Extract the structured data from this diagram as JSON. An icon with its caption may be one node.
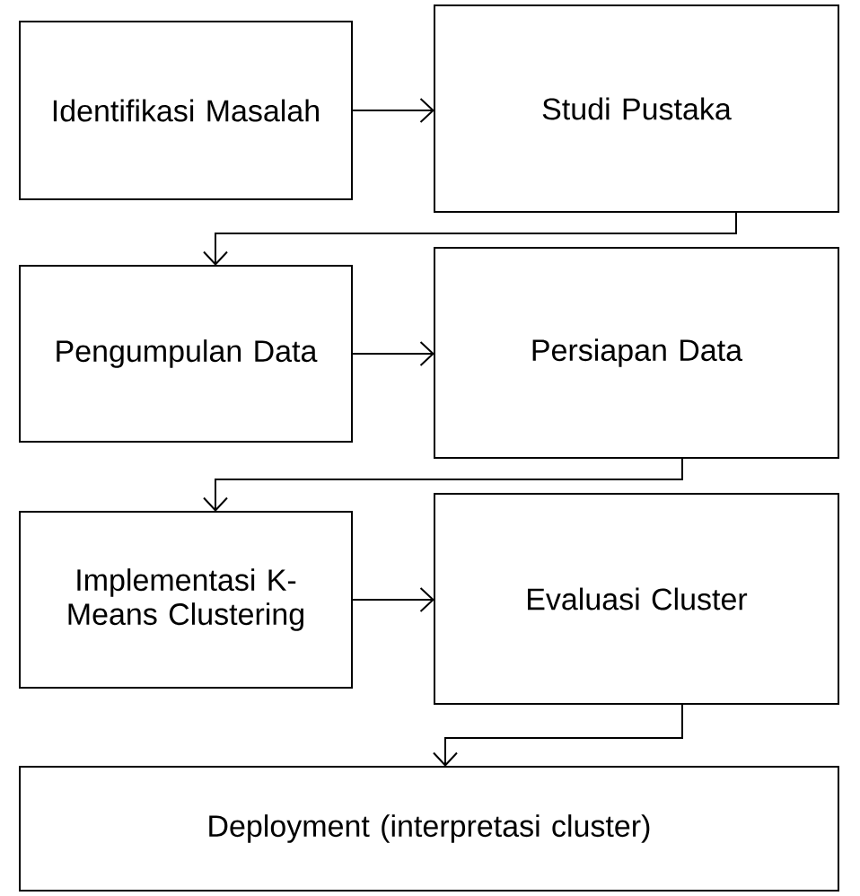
{
  "diagram": {
    "nodes": [
      {
        "text": [
          "Identifikasi Masalah"
        ]
      },
      {
        "text": [
          "Studi Pustaka"
        ]
      },
      {
        "text": [
          "Pengumpulan Data"
        ]
      },
      {
        "text": [
          "Persiapan Data"
        ]
      },
      {
        "text": [
          "Implementasi K-Means Clustering"
        ]
      },
      {
        "text": [
          "Evaluasi Cluster"
        ]
      },
      {
        "text": [
          "Deployment (interpretasi cluster)"
        ]
      }
    ],
    "edges": [
      {
        "from": 0,
        "to": 1,
        "arrow": "to"
      },
      {
        "from": 1,
        "to": 2,
        "arrow": "to"
      },
      {
        "from": 2,
        "to": 3,
        "arrow": "to"
      },
      {
        "from": 3,
        "to": 4,
        "arrow": "to"
      },
      {
        "from": 4,
        "to": 5,
        "arrow": "to"
      },
      {
        "from": 5,
        "to": 6,
        "arrow": "to"
      }
    ]
  }
}
